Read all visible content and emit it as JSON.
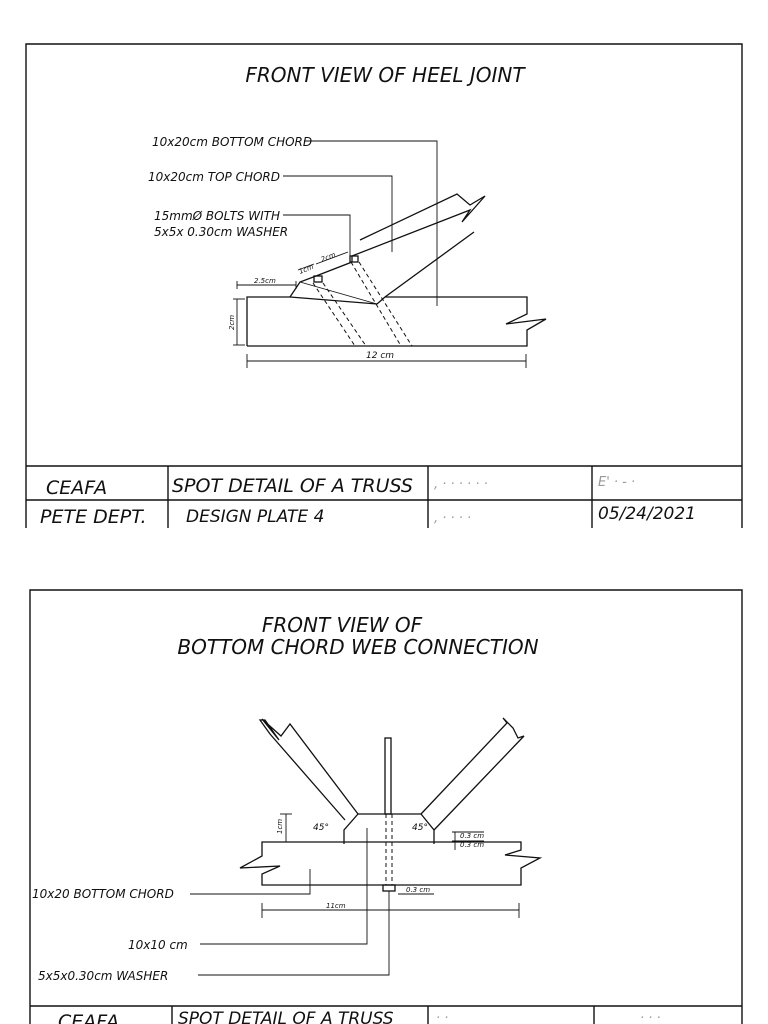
{
  "sheet1": {
    "title": "FRONT VIEW OF   HEEL JOINT",
    "labels": {
      "bottom_chord": "10x20cm BOTTOM CHORD",
      "top_chord": "10x20cm TOP CHORD",
      "bolts_line1": "15mmØ BOLTS WITH",
      "bolts_line2": "5x5x 0.30cm WASHER"
    },
    "dimensions": {
      "d_2_5cm": "2.5cm",
      "d_1cm": "1cm",
      "d_2cm_top": "2cm",
      "d_2cm_side": "2cm",
      "d_12cm": "12 cm"
    },
    "title_block": {
      "org": "CEAFA",
      "project": "SPOT DETAIL OF A TRUSS",
      "dept": "PETE DEPT.",
      "plate": "DESIGN PLATE  4",
      "date": "05/24/2021",
      "faint_1": ", · · ·  · · ·",
      "faint_2": "E' ·  -  ·",
      "faint_3": ", ·  ·  · ·"
    }
  },
  "sheet2": {
    "title_line1": "FRONT VIEW OF",
    "title_line2": "BOTTOM CHORD WEB CONNECTION",
    "labels": {
      "bottom_chord": "10x20 BOTTOM CHORD",
      "post": "10x10  cm",
      "washer": "5x5x0.30cm  WASHER"
    },
    "dimensions": {
      "angle_left": "45°",
      "angle_right": "45°",
      "d_1cm": "1cm",
      "d_0_3_a": "0.3 cm",
      "d_0_3_b": "0.3 cm",
      "d_0_3_c": "0.3 cm",
      "d_11cm": "11cm"
    },
    "title_block": {
      "org": "CEAFA",
      "project": "SPOT DETAIL  OF  A  TRUSS",
      "faint_1": "·  ·",
      "faint_2": "·  ·  ·"
    }
  }
}
